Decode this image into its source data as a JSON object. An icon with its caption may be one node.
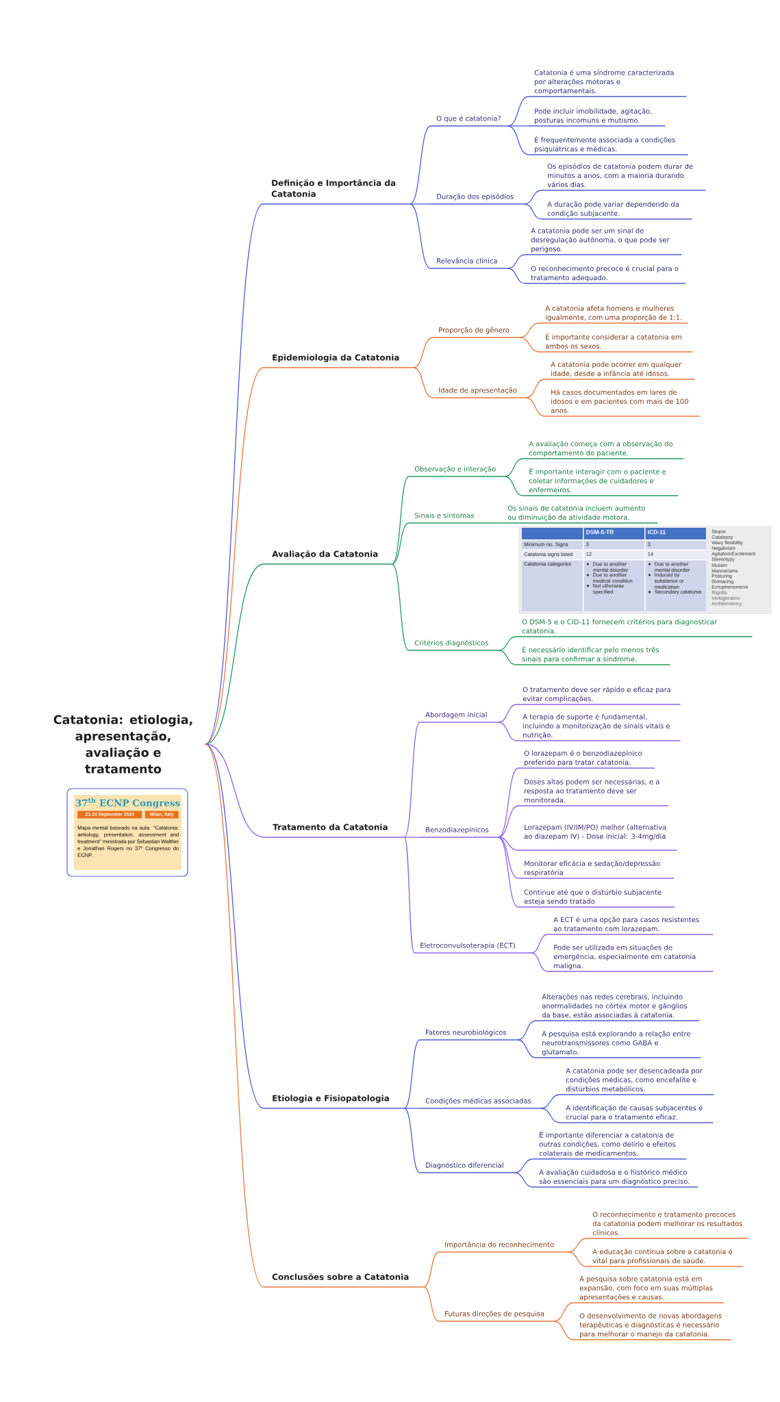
{
  "diagram": {
    "nodes": [
      {
        "text": [
          "Catatonia: etiologia, apresentação, avaliação e tratamento"
        ]
      },
      {
        "text": [
          "37$^{th}$ ECNP Congress",
          "21-24 September 2024",
          "Milan, Italy",
          "Mapa mental baseado na aula: “Catatonia: aetiology, presentation, assessment and treatment” ministrada por Sebastian Walther e Jonathan Rogers no 37º Congresso do ECNP."
        ]
      },
      {
        "text": [
          "Definição e Importância da Catatonia"
        ]
      },
      {
        "text": [
          "O que é catatonia?"
        ]
      },
      {
        "text": [
          "Catatonia é uma síndrome caracterizada por alterações motoras e comportamentais."
        ]
      },
      {
        "text": [
          "Pode incluir imobilidade, agitação, posturas incomuns e mutismo."
        ]
      },
      {
        "text": [
          "É frequentemente associada a condições psiquiátricas e médicas."
        ]
      },
      {
        "text": [
          "Duração dos episódios"
        ]
      },
      {
        "text": [
          "Os episódios de catatonia podem durar de minutos a anos, com a maioria durando vários dias."
        ]
      },
      {
        "text": [
          "A duração pode variar dependendo da condição subjacente."
        ]
      },
      {
        "text": [
          "Relevância clínica"
        ]
      },
      {
        "text": [
          "A catatonia pode ser um sinal de desregulação autônoma, o que pode ser perigoso."
        ]
      },
      {
        "text": [
          "O reconhecimento precoce é crucial para o tratamento adequado."
        ]
      },
      {
        "text": [
          "Epidemiologia da Catatonia"
        ]
      },
      {
        "text": [
          "Proporção de gênero"
        ]
      },
      {
        "text": [
          "A catatonia afeta homens e mulheres igualmente, com uma proporção de 1:1."
        ]
      },
      {
        "text": [
          "É importante considerar a catatonia em ambos os sexos."
        ]
      },
      {
        "text": [
          "Idade de apresentação"
        ]
      },
      {
        "text": [
          "A catatonia pode ocorrer em qualquer idade, desde a infância até idosos."
        ]
      },
      {
        "text": [
          "Há casos documentados em lares de idosos e em pacientes com mais de 100 anos."
        ]
      },
      {
        "text": [
          "Avaliação da Catatonia"
        ]
      },
      {
        "text": [
          "Observação e interação"
        ]
      },
      {
        "text": [
          "A avaliação começa com a observação do comportamento do paciente."
        ]
      },
      {
        "text": [
          "É importante interagir com o paciente e coletar informações de cuidadores e enfermeiros."
        ]
      },
      {
        "text": [
          "Sinais e sintomas"
        ]
      },
      {
        "text": [
          "Os sinais de catatonia incluem aumento ou diminuição da atividade motora."
        ]
      },
      {
        "text": [
          "Critérios diagnósticos"
        ]
      },
      {
        "text": [
          "O DSM-5 e o CID-11 fornecem critérios para diagnosticar catatonia."
        ]
      },
      {
        "text": [
          "É necessário identificar pelo menos três sinais para confirmar a síndrome."
        ]
      },
      {
        "text": [
          "Tratamento da Catatonia"
        ]
      },
      {
        "text": [
          "Abordagem inicial"
        ]
      },
      {
        "text": [
          "O tratamento deve ser rápido e eficaz para evitar complicações."
        ]
      },
      {
        "text": [
          "A terapia de suporte é fundamental, incluindo a monitorização de sinais vitais e nutrição."
        ]
      },
      {
        "text": [
          "Benzodiazepínicos"
        ]
      },
      {
        "text": [
          "O lorazepam é o benzodiazepínico preferido para tratar catatonia."
        ]
      },
      {
        "text": [
          "Doses altas podem ser necessárias, e a resposta ao tratamento deve ser monitorada."
        ]
      },
      {
        "text": [
          "Lorazepam (IV/IM/PO) melhor (alternativa ao diazepam IV) - Dose inicial: 3-4mg/dia"
        ]
      },
      {
        "text": [
          "Monitorar eficácia e sedação/depressão respiratória"
        ]
      },
      {
        "text": [
          "Continue até que o distúrbio subjacente esteja sendo tratado"
        ]
      },
      {
        "text": [
          "Eletroconvulsoterapia (ECT)"
        ]
      },
      {
        "text": [
          "A ECT é uma opção para casos resistentes ao tratamento com lorazepam."
        ]
      },
      {
        "text": [
          "Pode ser utilizada em situações de emergência, especialmente em catatonia maligna."
        ]
      },
      {
        "text": [
          "Etiologia e Fisiopatologia"
        ]
      },
      {
        "text": [
          "Fatores neurobiológicos"
        ]
      },
      {
        "text": [
          "Alterações nas redes cerebrais, incluindo anormalidades no córtex motor e gânglios da base, estão associadas à catatonia."
        ]
      },
      {
        "text": [
          "A pesquisa está explorando a relação entre neurotransmissores como GABA e glutamato."
        ]
      },
      {
        "text": [
          "Condições médicas associadas"
        ]
      },
      {
        "text": [
          "A catatonia pode ser desencadeada por condições médicas, como encefalite e distúrbios metabólicos."
        ]
      },
      {
        "text": [
          "A identificação de causas subjacentes é crucial para o tratamento eficaz."
        ]
      },
      {
        "text": [
          "Diagnóstico diferencial"
        ]
      },
      {
        "text": [
          "É importante diferenciar a catatonia de outras condições, como delírio e efeitos colaterais de medicamentos."
        ]
      },
      {
        "text": [
          "A avaliação cuidadosa e o histórico médico são essenciais para um diagnóstico preciso."
        ]
      },
      {
        "text": [
          "Conclusões sobre a Catatonia"
        ]
      },
      {
        "text": [
          "Importância do reconhecimento"
        ]
      },
      {
        "text": [
          "O reconhecimento e tratamento precoces da catatonia podem melhorar os resultados clínicos."
        ]
      },
      {
        "text": [
          "A educação contínua sobre a catatonia é vital para profissionais de saúde."
        ]
      },
      {
        "text": [
          "Futuras direções de pesquisa"
        ]
      },
      {
        "text": [
          "A pesquisa sobre catatonia está em expansão, com foco em suas múltiplas apresentações e causas."
        ]
      },
      {
        "text": [
          "O desenvolvimento de novas abordagens terapêuticas e diagnósticas é necessário para melhorar o manejo da catatonia."
        ]
      }
    ],
    "edges": [
      {
        "from": 0,
        "to": 2,
        "arrow": "none"
      },
      {
        "from": 2,
        "to": 3,
        "arrow": "none"
      },
      {
        "from": 3,
        "to": 4,
        "arrow": "none"
      },
      {
        "from": 3,
        "to": 5,
        "arrow": "none"
      },
      {
        "from": 3,
        "to": 6,
        "arrow": "none"
      },
      {
        "from": 2,
        "to": 7,
        "arrow": "none"
      },
      {
        "from": 7,
        "to": 8,
        "arrow": "none"
      },
      {
        "from": 7,
        "to": 9,
        "arrow": "none"
      },
      {
        "from": 2,
        "to": 10,
        "arrow": "none"
      },
      {
        "from": 10,
        "to": 11,
        "arrow": "none"
      },
      {
        "from": 10,
        "to": 12,
        "arrow": "none"
      },
      {
        "from": 0,
        "to": 13,
        "arrow": "none",
        "color": "#e9783c"
      },
      {
        "from": 13,
        "to": 14,
        "arrow": "none",
        "color": "#e9783c"
      },
      {
        "from": 14,
        "to": 15,
        "arrow": "none",
        "color": "#e9783c"
      },
      {
        "from": 14,
        "to": 16,
        "arrow": "none",
        "color": "#e9783c"
      },
      {
        "from": 13,
        "to": 17,
        "arrow": "none",
        "color": "#e9783c"
      },
      {
        "from": 17,
        "to": 18,
        "arrow": "none",
        "color": "#e9783c"
      },
      {
        "from": 17,
        "to": 19,
        "arrow": "none",
        "color": "#e9783c"
      },
      {
        "from": 0,
        "to": 20,
        "arrow": "none",
        "color": "#1f9a60"
      },
      {
        "from": 20,
        "to": 21,
        "arrow": "none",
        "color": "#1f9a60"
      },
      {
        "from": 21,
        "to": 22,
        "arrow": "none",
        "color": "#1f9a60"
      },
      {
        "from": 21,
        "to": 23,
        "arrow": "none",
        "color": "#1f9a60"
      },
      {
        "from": 20,
        "to": 24,
        "arrow": "none",
        "color": "#1f9a60"
      },
      {
        "from": 24,
        "to": 25,
        "arrow": "none",
        "color": "#1f9a60"
      },
      {
        "from": 20,
        "to": 26,
        "arrow": "none",
        "color": "#1f9a60"
      },
      {
        "from": 26,
        "to": 27,
        "arrow": "none",
        "color": "#1f9a60"
      },
      {
        "from": 26,
        "to": 28,
        "arrow": "none",
        "color": "#1f9a60"
      },
      {
        "from": 0,
        "to": 29,
        "arrow": "none",
        "color": "#8b63e6"
      },
      {
        "from": 29,
        "to": 30,
        "arrow": "none",
        "color": "#8b63e6"
      },
      {
        "from": 30,
        "to": 31,
        "arrow": "none",
        "color": "#8b63e6"
      },
      {
        "from": 30,
        "to": 32,
        "arrow": "none",
        "color": "#8b63e6"
      },
      {
        "from": 29,
        "to": 33,
        "arrow": "none",
        "color": "#8b63e6"
      },
      {
        "from": 33,
        "to": 34,
        "arrow": "none",
        "color": "#8b63e6"
      },
      {
        "from": 33,
        "to": 35,
        "arrow": "none",
        "color": "#8b63e6"
      },
      {
        "from": 33,
        "to": 36,
        "arrow": "none",
        "color": "#8b63e6"
      },
      {
        "from": 33,
        "to": 37,
        "arrow": "none",
        "color": "#8b63e6"
      },
      {
        "from": 33,
        "to": 38,
        "arrow": "none",
        "color": "#8b63e6"
      },
      {
        "from": 29,
        "to": 39,
        "arrow": "none",
        "color": "#8b63e6"
      },
      {
        "from": 39,
        "to": 40,
        "arrow": "none",
        "color": "#8b63e6"
      },
      {
        "from": 39,
        "to": 41,
        "arrow": "none",
        "color": "#8b63e6"
      },
      {
        "from": 0,
        "to": 42,
        "arrow": "none"
      },
      {
        "from": 42,
        "to": 43,
        "arrow": "none"
      },
      {
        "from": 43,
        "to": 44,
        "arrow": "none"
      },
      {
        "from": 43,
        "to": 45,
        "arrow": "none"
      },
      {
        "from": 42,
        "to": 46,
        "arrow": "none"
      },
      {
        "from": 46,
        "to": 47,
        "arrow": "none"
      },
      {
        "from": 46,
        "to": 48,
        "arrow": "none"
      },
      {
        "from": 42,
        "to": 49,
        "arrow": "none"
      },
      {
        "from": 49,
        "to": 50,
        "arrow": "none"
      },
      {
        "from": 49,
        "to": 51,
        "arrow": "none"
      },
      {
        "from": 0,
        "to": 52,
        "arrow": "none",
        "color": "#e9783c"
      },
      {
        "from": 52,
        "to": 53,
        "arrow": "none",
        "color": "#e9783c"
      },
      {
        "from": 53,
        "to": 54,
        "arrow": "none",
        "color": "#e9783c"
      },
      {
        "from": 53,
        "to": 55,
        "arrow": "none",
        "color": "#e9783c"
      },
      {
        "from": 52,
        "to": 56,
        "arrow": "none",
        "color": "#e9783c"
      },
      {
        "from": 56,
        "to": 57,
        "arrow": "none",
        "color": "#e9783c"
      },
      {
        "from": 56,
        "to": 58,
        "arrow": "none",
        "color": "#e9783c"
      }
    ],
    "labels": [
      "DSM-5-TR",
      "ICD-11",
      "Minimum no. Signs",
      "3",
      "3",
      "Catatonia signs listed",
      "12",
      "14",
      "Catatonia categories",
      "Due to another mental disorder",
      "Due to another medical condition",
      "Not otherwise specified",
      "Due to another mental disorder",
      "Induced by substance or medication",
      "Secondary catatonia",
      "Stupor",
      "Catalepsy",
      "Waxy flexibility",
      "Negativism",
      "Agitation/Excitement",
      "Stereotypy",
      "Mutism",
      "Mannerisms",
      "Posturing",
      "Grimacing",
      "Echophenomena",
      "Rigidity",
      "Verbigeration",
      "Ambitendency"
    ]
  }
}
